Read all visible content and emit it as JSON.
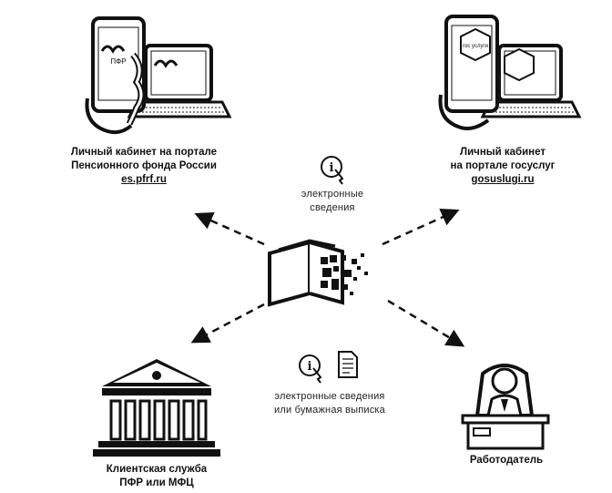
{
  "nodes": {
    "pfr_portal": {
      "lines": [
        "Личный кабинет на портале",
        "Пенсионного фонда России"
      ],
      "link": "es.pfrf.ru",
      "screen_text": "ПФР"
    },
    "gosuslugi": {
      "lines": [
        "Личный кабинет",
        "на портале госуслуг"
      ],
      "link": "gosuslugi.ru",
      "screen_text": "гос услуги"
    },
    "client_service": {
      "lines": [
        "Клиентская служба",
        "ПФР или МФЦ"
      ]
    },
    "employer": {
      "lines": [
        "Работодатель"
      ]
    }
  },
  "center_top": {
    "lines": [
      "электронные",
      "сведения"
    ]
  },
  "center_bottom": {
    "lines": [
      "электронные сведения",
      "или бумажная выписка"
    ]
  },
  "icons": [
    "phone-icon",
    "laptop-icon",
    "info-touch-icon",
    "document-icon",
    "book-data-icon",
    "bank-building-icon",
    "employer-desk-icon"
  ]
}
